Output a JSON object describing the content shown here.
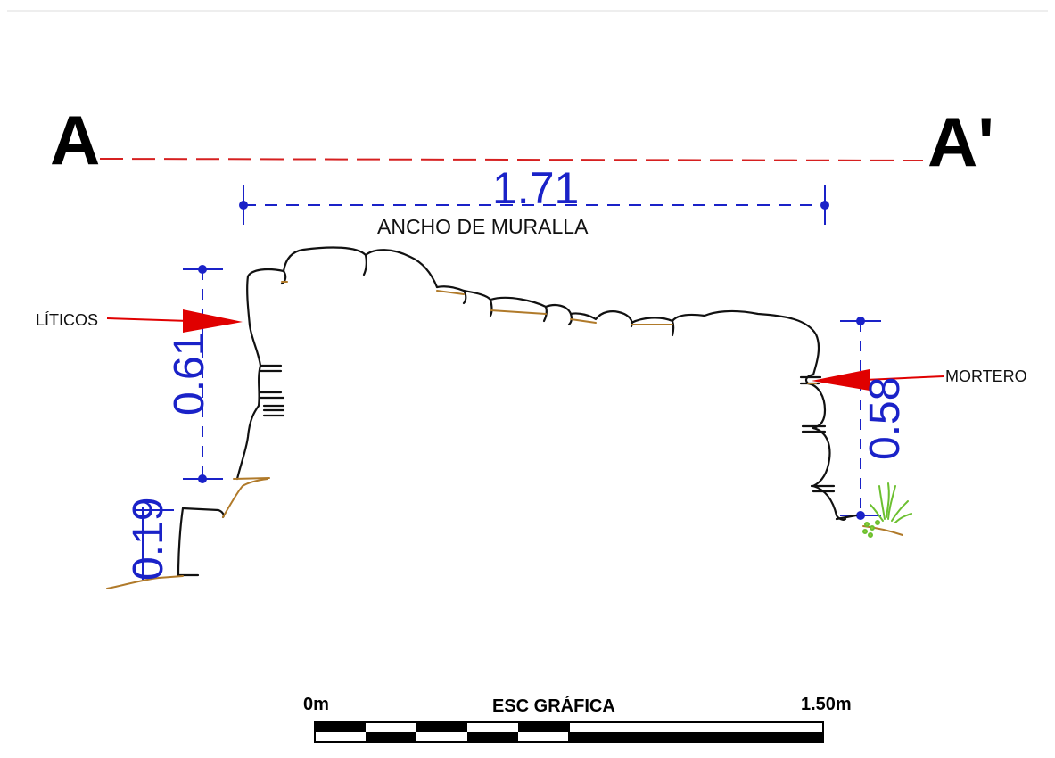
{
  "section": {
    "left_letter": "A",
    "right_letter": "A'"
  },
  "dimensions": {
    "width_value": "1.71",
    "width_label": "ANCHO DE MURALLA",
    "left_height": "0.61",
    "right_height": "0.58",
    "base_step": "0.19"
  },
  "annotations": {
    "liticos": "LÍTICOS",
    "mortero": "MORTERO"
  },
  "scale": {
    "title": "ESC GRÁFICA",
    "start": "0m",
    "end": "1.50m"
  },
  "colors": {
    "section_line": "#d62020",
    "dimension": "#1a22c8",
    "wall": "#111111",
    "mortar": "#b07a2a",
    "arrow": "#e00000",
    "vegetation": "#6cc030"
  }
}
